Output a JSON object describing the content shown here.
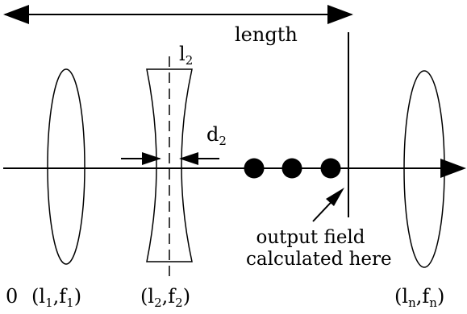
{
  "diagram": {
    "length_label": "length",
    "lens_marker": {
      "base": "l",
      "sub": "2"
    },
    "gap_marker": {
      "base": "d",
      "sub": "2"
    },
    "origin_label": "0",
    "output_label_line1": "output field",
    "output_label_line2": "calculated here",
    "lenses": [
      {
        "l": "l",
        "l_sub": "1",
        "f": "f",
        "f_sub": "1"
      },
      {
        "l": "l",
        "l_sub": "2",
        "f": "f",
        "f_sub": "2"
      },
      {
        "l": "l",
        "l_sub": "n",
        "f": "f",
        "f_sub": "n"
      }
    ]
  }
}
